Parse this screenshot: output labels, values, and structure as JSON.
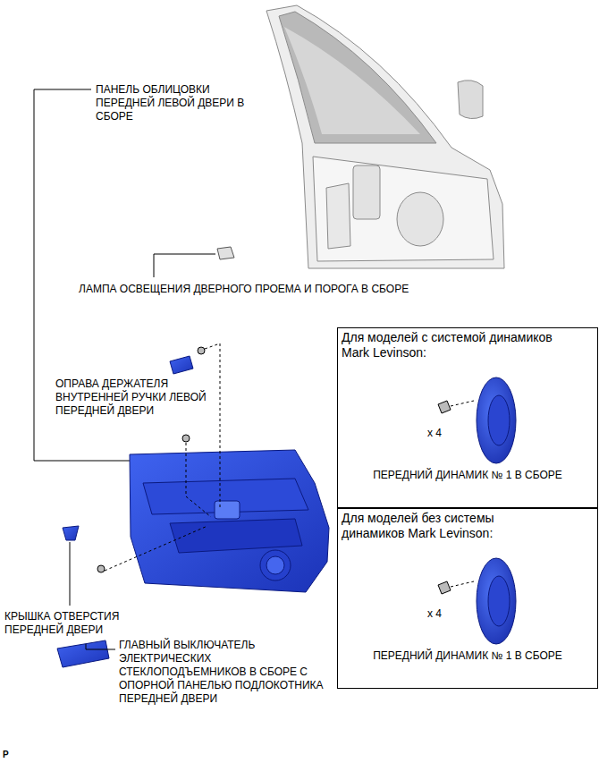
{
  "diagram": {
    "nodes": [
      {
        "text": [
          "Для моделей с системой динамиков Mark Levinson:",
          "x 4",
          "ПЕРЕДНИЙ ДИНАМИК № 1 В СБОРЕ"
        ]
      },
      {
        "text": [
          "Для моделей без системы динамиков Mark Levinson:",
          "x 4",
          "ПЕРЕДНИЙ ДИНАМИК № 1 В СБОРЕ"
        ]
      }
    ],
    "labels": [
      "ПАНЕЛЬ ОБЛИЦОВКИ ПЕРЕДНЕЙ ЛЕВОЙ ДВЕРИ В СБОРЕ",
      "ЛАМПА ОСВЕЩЕНИЯ ДВЕРНОГО ПРОЕМА И ПОРОГА В СБОРЕ",
      "ОПРАВА ДЕРЖАТЕЛЯ ВНУТРЕННЕЙ РУЧКИ ЛЕВОЙ ПЕРЕДНЕЙ ДВЕРИ",
      "КРЫШКА ОТВЕРСТИЯ ПЕРЕДНЕЙ ДВЕРИ",
      "ГЛАВНЫЙ ВЫКЛЮЧАТЕЛЬ ЭЛЕКТРИЧЕСКИХ СТЕКЛОПОДЪЕМНИКОВ В СБОРЕ С ОПОРНОЙ ПАНЕЛЬЮ ПОДЛОКОТНИКА ПЕРЕДНЕЙ ДВЕРИ",
      "P"
    ]
  }
}
